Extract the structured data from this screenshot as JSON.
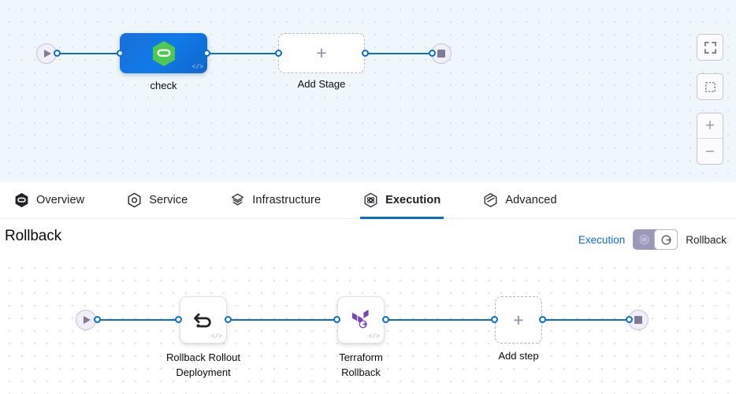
{
  "stage_canvas": {
    "start_node": {
      "name": "pipeline-start",
      "icon": "play-icon"
    },
    "end_node": {
      "name": "pipeline-end",
      "icon": "stop-icon"
    },
    "stages": [
      {
        "label": "check",
        "icon": "harness-hexagon-icon",
        "code_badge": "</>",
        "type": "stage"
      },
      {
        "label": "Add Stage",
        "icon": "plus-icon",
        "type": "add"
      }
    ],
    "controls": [
      {
        "name": "fit-to-screen-button",
        "icon": "fit-screen-icon"
      },
      {
        "name": "selection-mode-button",
        "icon": "dashed-square-icon"
      },
      {
        "name": "zoom-in-button",
        "icon": "plus-icon",
        "label": "+"
      },
      {
        "name": "zoom-out-button",
        "icon": "minus-icon",
        "label": "−"
      }
    ]
  },
  "tabs": [
    {
      "label": "Overview",
      "icon": "harness-hexagon-icon",
      "active": false
    },
    {
      "label": "Service",
      "icon": "service-hexagon-icon",
      "active": false
    },
    {
      "label": "Infrastructure",
      "icon": "infrastructure-layers-icon",
      "active": false
    },
    {
      "label": "Execution",
      "icon": "execution-atom-icon",
      "active": true
    },
    {
      "label": "Advanced",
      "icon": "advanced-cube-icon",
      "active": false
    }
  ],
  "rollback_section": {
    "title": "Rollback",
    "toggle": {
      "left_label": "Execution",
      "right_label": "Rollback",
      "left_icon": "execution-atom-icon",
      "right_icon": "rollback-arrow-icon",
      "selected": "Rollback"
    }
  },
  "rollback_canvas": {
    "start_node": {
      "name": "rollback-start",
      "icon": "play-icon"
    },
    "end_node": {
      "name": "rollback-end",
      "icon": "stop-icon"
    },
    "steps": [
      {
        "label": "Rollback Rollout\nDeployment",
        "icon": "rollback-arrow-icon",
        "code_badge": "</>",
        "type": "step"
      },
      {
        "label": "Terraform\nRollback",
        "icon": "terraform-rollback-icon",
        "code_badge": "</>",
        "type": "step"
      },
      {
        "label": "Add step",
        "icon": "plus-icon",
        "type": "add"
      }
    ]
  },
  "colors": {
    "accent_blue": "#0a6ed1",
    "stage_blue": "#0f7ae8",
    "harness_green": "#4dc952",
    "terraform_purple": "#7b42bc",
    "canvas_tint": "#eff7fb",
    "terminal_fill": "#f0eff7",
    "terminal_glyph": "#7d7b99"
  }
}
